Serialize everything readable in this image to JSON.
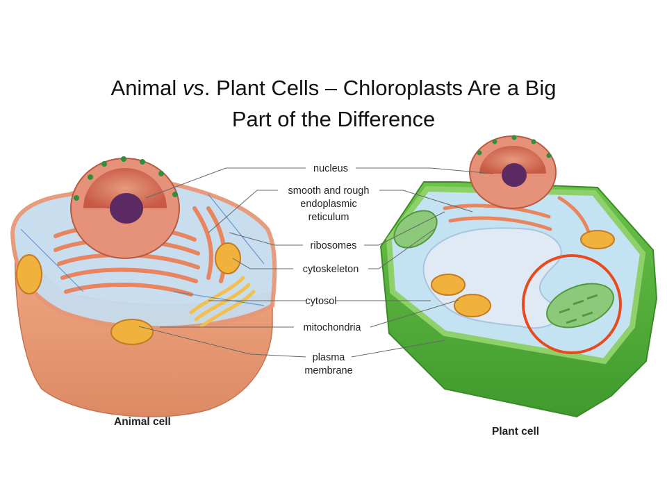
{
  "slide": {
    "title_part1": "Animal ",
    "title_italic": "vs",
    "title_part2": ". Plant Cells – Chloroplasts Are a Big",
    "title_line2": "Part of the Difference"
  },
  "labels": {
    "nucleus": "nucleus",
    "er_line1": "smooth and rough",
    "er_line2": "endoplasmic",
    "er_line3": "reticulum",
    "ribosomes": "ribosomes",
    "cytoskeleton": "cytoskeleton",
    "cytosol": "cytosol",
    "mitochondria": "mitochondria",
    "plasma_line1": "plasma",
    "plasma_line2": "membrane"
  },
  "captions": {
    "animal": "Animal cell",
    "plant": "Plant cell"
  },
  "colors": {
    "highlight_circle": "#e8491f",
    "cell_wall": "#5fb53e",
    "chloroplast": "#8cc97a",
    "cytoplasm": "#bfe0f0",
    "nucleus_envelope": "#e08a78",
    "nucleolus": "#5b2a63",
    "mitochondria": "#f0b23c",
    "er": "#e8845e",
    "animal_membrane": "#f2b089"
  }
}
